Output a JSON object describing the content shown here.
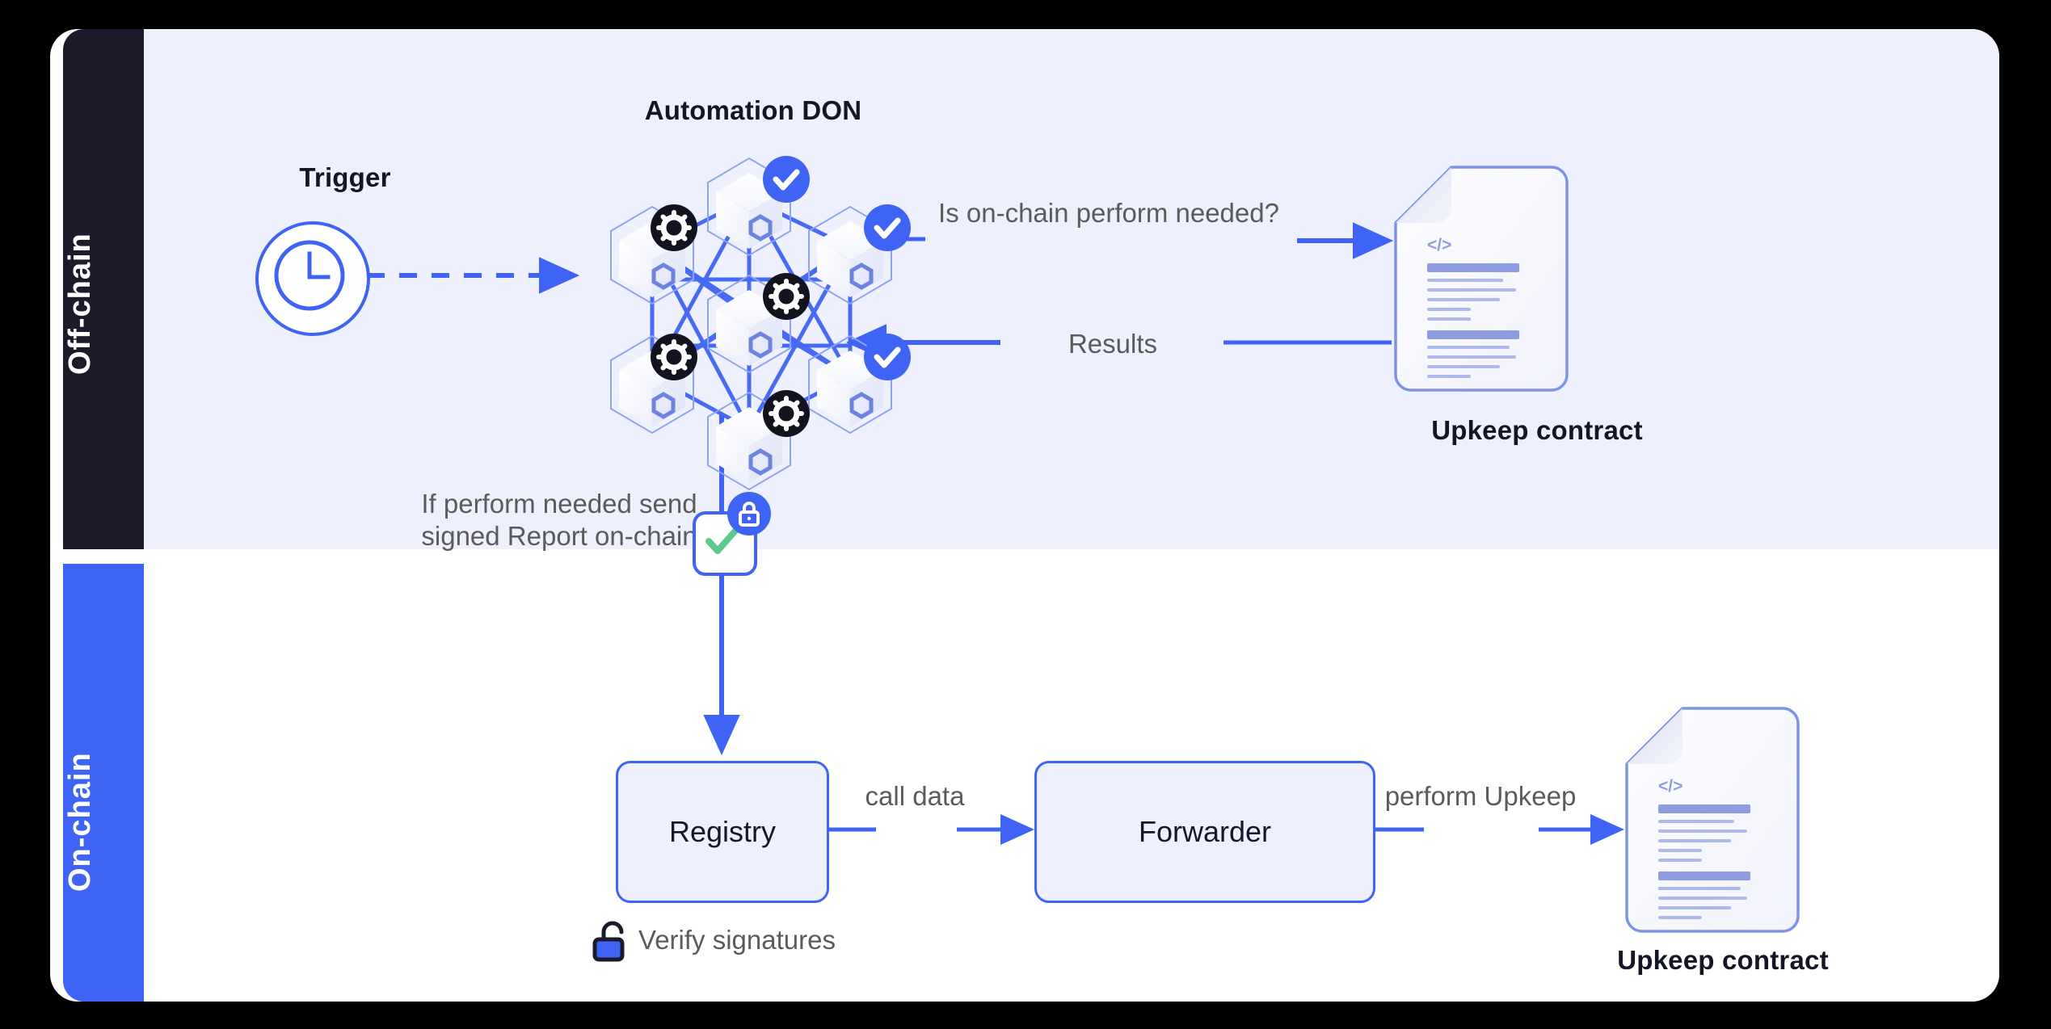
{
  "lanes": [
    {
      "id": "off-chain",
      "label": "Off-chain",
      "color": "#1b1b2b"
    },
    {
      "id": "on-chain",
      "label": "On-chain",
      "color": "#3f63f4"
    }
  ],
  "offchain": {
    "trigger_label": "Trigger",
    "trigger_icon": "clock-icon",
    "don_title": "Automation DON",
    "don_node_count": 7,
    "don_badges": {
      "check_count": 3,
      "gear_count": 4
    },
    "edge_is_perform_needed": "Is on-chain perform needed?",
    "edge_results": "Results",
    "edge_if_perform": "If perform needed send signed Report on-chain",
    "upkeep_contract_label": "Upkeep contract",
    "signed_report_icon": "check-shield-icon",
    "signed_report_lock_icon": "lock-icon"
  },
  "onchain": {
    "registry_label": "Registry",
    "forwarder_label": "Forwarder",
    "edge_call_data": "call data",
    "edge_perform_upkeep": "perform Upkeep",
    "verify_signatures_label": "Verify signatures",
    "unlock_icon": "unlock-icon",
    "upkeep_contract_label": "Upkeep contract"
  },
  "colors": {
    "accent_blue": "#3f63f4",
    "dark_navy": "#1b1b2b",
    "panel_tint": "#eef1fd",
    "text_gray": "#5b5b5b",
    "check_green": "#5ec98d",
    "doc_line": "#8e9ddf"
  }
}
